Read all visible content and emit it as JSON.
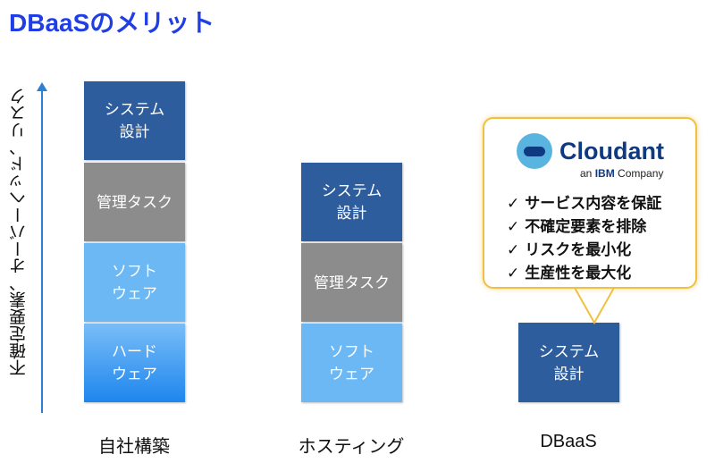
{
  "title": "DBaaSのメリット",
  "axis_label": "不確定要素、オーバーヘッド、リスク",
  "columns": [
    {
      "label": "自社構築",
      "blocks": [
        "システム\n設計",
        "管理タスク",
        "ソフト\nウェア",
        "ハード\nウェア"
      ]
    },
    {
      "label": "ホスティング",
      "blocks": [
        "システム\n設計",
        "管理タスク",
        "ソフト\nウェア"
      ]
    },
    {
      "label": "DBaaS",
      "blocks": [
        "システム\n設計"
      ]
    }
  ],
  "callout": {
    "brand": "Cloudant",
    "sub_prefix": "an ",
    "sub_ibm": "IBM",
    "sub_suffix": " Company",
    "check": "✓",
    "items": [
      "サービス内容を保証",
      "不確定要素を排除",
      "リスクを最小化",
      "生産性を最大化"
    ]
  },
  "colors": {
    "title": "#1f3ee6",
    "system": "#2e5d9e",
    "management": "#8c8c8c",
    "software": "#6bb8f5",
    "hardware": "#1e86ee",
    "callout_border": "#f0c040"
  }
}
